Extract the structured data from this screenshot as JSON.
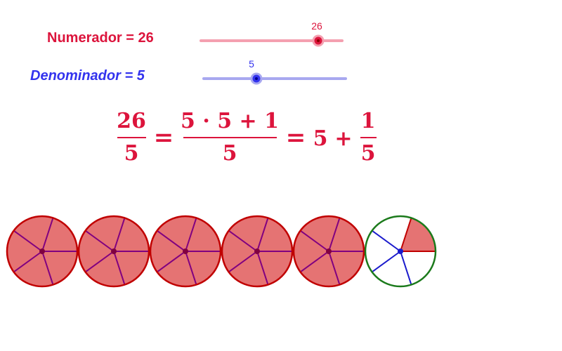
{
  "numerator": {
    "label": "Numerador = 26",
    "value": 26,
    "value_text": "26",
    "color": "#dc143c",
    "track_color": "#f4a0b0"
  },
  "denominator": {
    "label": "Denominador = 5",
    "value": 5,
    "value_text": "5",
    "color": "#3333ee",
    "track_color": "#a8a8f0"
  },
  "equation": {
    "frac1_num": "26",
    "frac1_den": "5",
    "eq1": "=",
    "frac2_num": "5 · 5 + 1",
    "frac2_den": "5",
    "eq2": "=",
    "whole": "5",
    "plus": "+",
    "frac3_num": "1",
    "frac3_den": "5"
  },
  "pies": {
    "count": 6,
    "slices": 5,
    "total_filled_slices": 26,
    "fill_color": "#e57373",
    "full_border_color": "#c00000",
    "partial_border_color": "#1b7a1b",
    "spoke_full_color": "#800080",
    "spoke_empty_color": "#1a1acc"
  }
}
